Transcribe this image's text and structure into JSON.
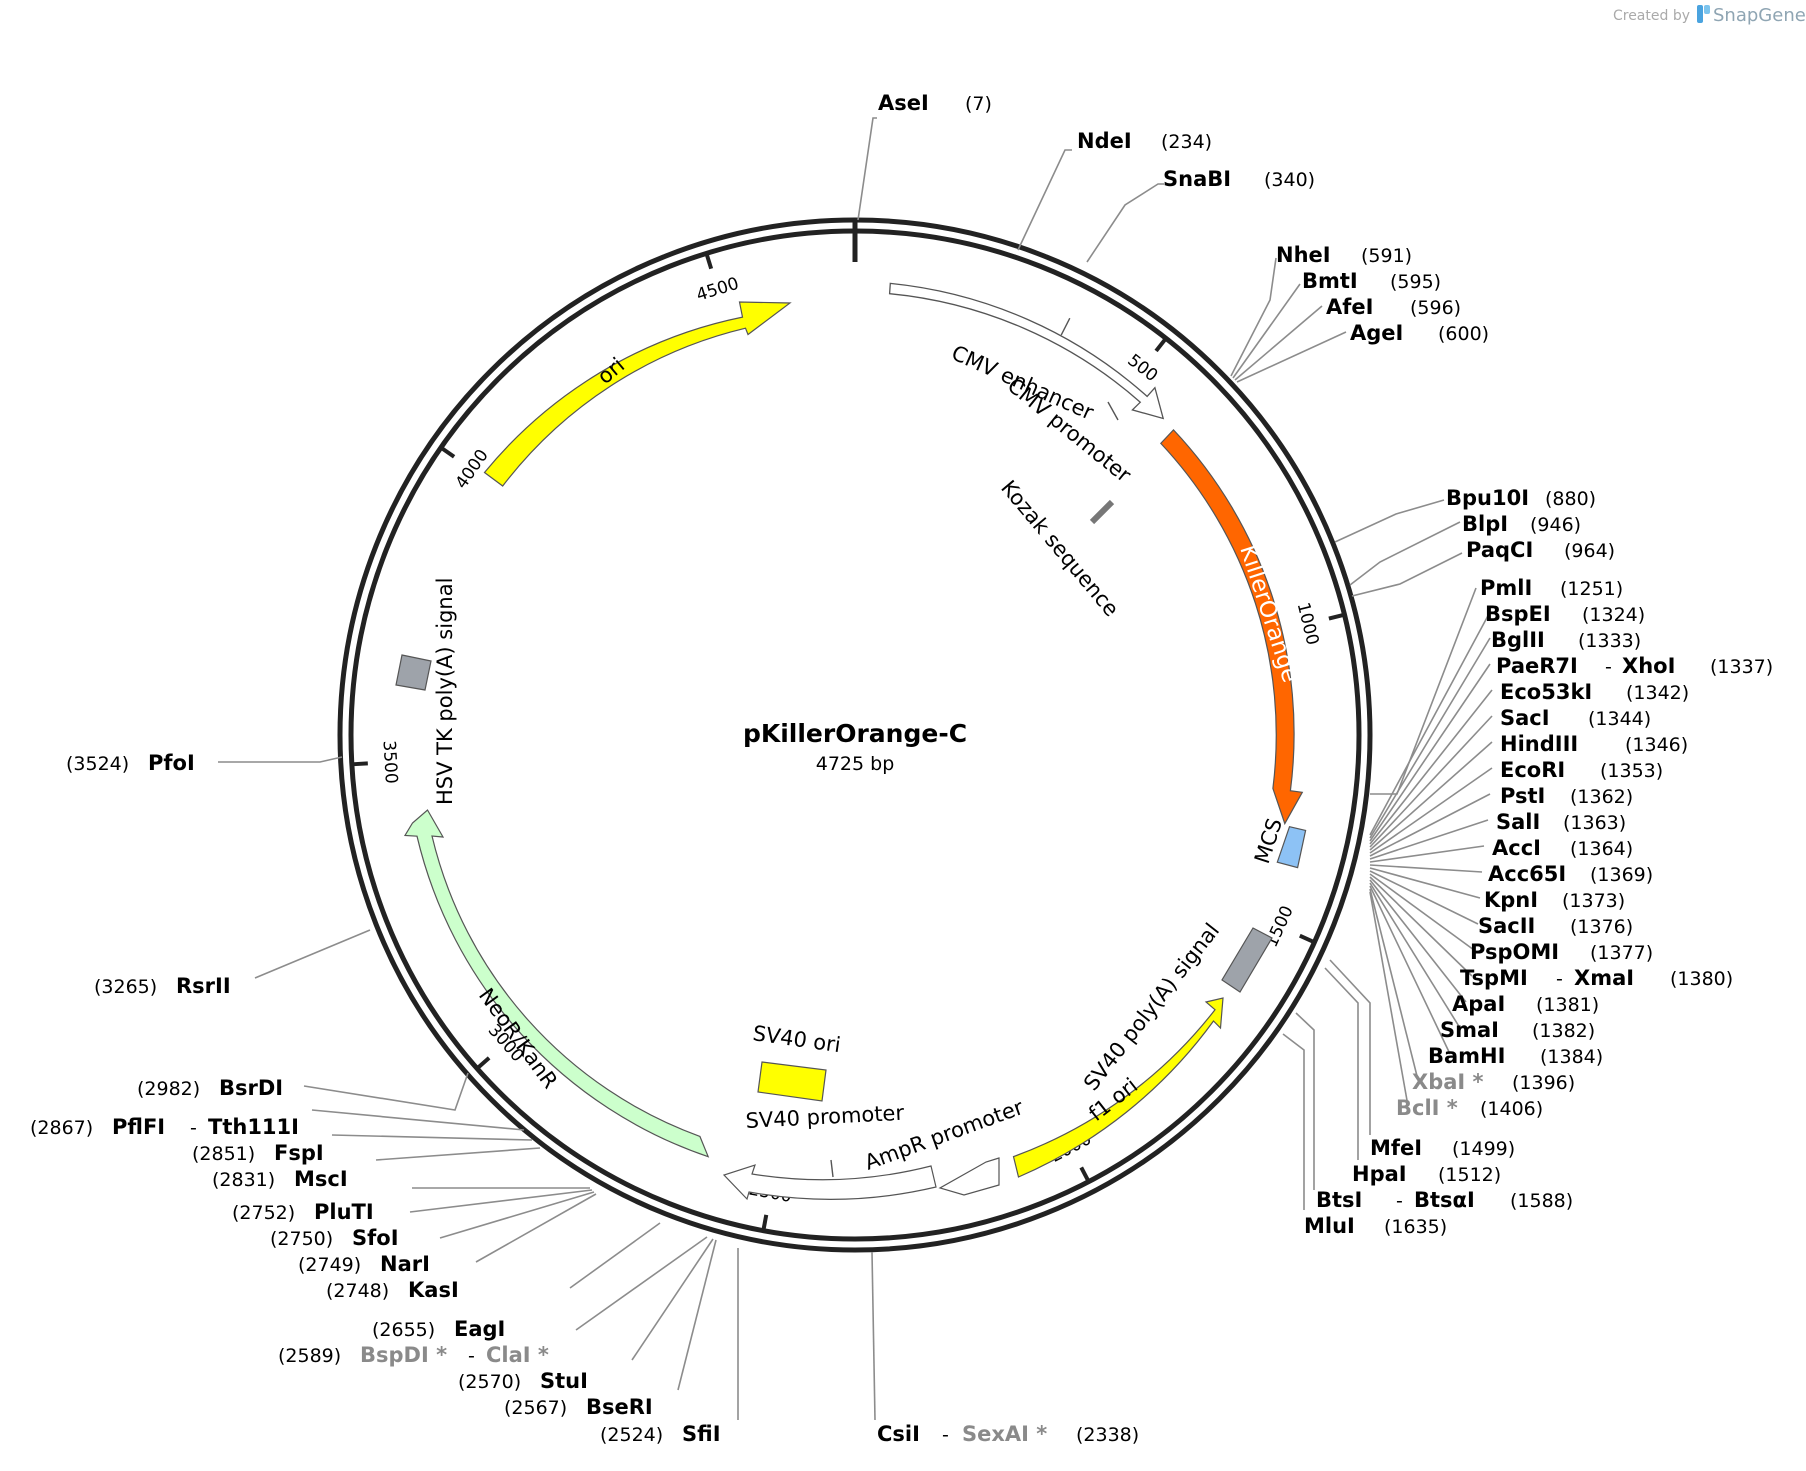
{
  "credit": {
    "prefix": "Created by",
    "brand": "SnapGene"
  },
  "plasmid": {
    "name": "pKillerOrange-C",
    "size_label": "4725 bp",
    "length": 4725
  },
  "ticks": [
    {
      "pos": 500,
      "label": "500"
    },
    {
      "pos": 1000,
      "label": "1000"
    },
    {
      "pos": 1500,
      "label": "1500"
    },
    {
      "pos": 2000,
      "label": "2000"
    },
    {
      "pos": 2500,
      "label": "2500"
    },
    {
      "pos": 3000,
      "label": "3000"
    },
    {
      "pos": 3500,
      "label": "3500"
    },
    {
      "pos": 4000,
      "label": "4000"
    },
    {
      "pos": 4500,
      "label": "4500"
    }
  ],
  "features": [
    {
      "name": "CMV enhancer",
      "color": "#ffffff"
    },
    {
      "name": "CMV promoter",
      "color": "#ffffff"
    },
    {
      "name": "Kozak sequence",
      "color": "#888888"
    },
    {
      "name": "KillerOrange",
      "color": "#ff6600"
    },
    {
      "name": "MCS",
      "color": "#8dc2f5"
    },
    {
      "name": "SV40 poly(A) signal",
      "color": "#9ea3aa"
    },
    {
      "name": "f1 ori",
      "color": "#ffff00"
    },
    {
      "name": "AmpR promoter",
      "color": "#ffffff"
    },
    {
      "name": "SV40 promoter",
      "color": "#ffffff"
    },
    {
      "name": "SV40 ori",
      "color": "#ffff00"
    },
    {
      "name": "NeoR/KanR",
      "color": "#ccffcc"
    },
    {
      "name": "HSV TK poly(A) signal",
      "color": "#9ea3aa"
    },
    {
      "name": "ori",
      "color": "#ffff00"
    }
  ],
  "sites": [
    {
      "name": "AseI",
      "pos": "(7)"
    },
    {
      "name": "NdeI",
      "pos": "(234)"
    },
    {
      "name": "SnaBI",
      "pos": "(340)"
    },
    {
      "name": "NheI",
      "pos": "(591)"
    },
    {
      "name": "BmtI",
      "pos": "(595)"
    },
    {
      "name": "AfeI",
      "pos": "(596)"
    },
    {
      "name": "AgeI",
      "pos": "(600)"
    },
    {
      "name": "Bpu10I",
      "pos": "(880)"
    },
    {
      "name": "BlpI",
      "pos": "(946)"
    },
    {
      "name": "PaqCI",
      "pos": "(964)"
    },
    {
      "name": "PmlI",
      "pos": "(1251)"
    },
    {
      "name": "BspEI",
      "pos": "(1324)"
    },
    {
      "name": "BglII",
      "pos": "(1333)"
    },
    {
      "name": "PaeR7I",
      "name2": "XhoI",
      "pos": "(1337)"
    },
    {
      "name": "Eco53kI",
      "pos": "(1342)"
    },
    {
      "name": "SacI",
      "pos": "(1344)"
    },
    {
      "name": "HindIII",
      "pos": "(1346)"
    },
    {
      "name": "EcoRI",
      "pos": "(1353)"
    },
    {
      "name": "PstI",
      "pos": "(1362)"
    },
    {
      "name": "SalI",
      "pos": "(1363)"
    },
    {
      "name": "AccI",
      "pos": "(1364)"
    },
    {
      "name": "Acc65I",
      "pos": "(1369)"
    },
    {
      "name": "KpnI",
      "pos": "(1373)"
    },
    {
      "name": "SacII",
      "pos": "(1376)"
    },
    {
      "name": "PspOMI",
      "pos": "(1377)"
    },
    {
      "name": "TspMI",
      "name2": "XmaI",
      "pos": "(1380)"
    },
    {
      "name": "ApaI",
      "pos": "(1381)"
    },
    {
      "name": "SmaI",
      "pos": "(1382)"
    },
    {
      "name": "BamHI",
      "pos": "(1384)"
    },
    {
      "name": "XbaI *",
      "pos": "(1396)"
    },
    {
      "name": "BclI *",
      "pos": "(1406)"
    },
    {
      "name": "MfeI",
      "pos": "(1499)"
    },
    {
      "name": "HpaI",
      "pos": "(1512)"
    },
    {
      "name": "BtsI",
      "name2": "BtsαI",
      "pos": "(1588)"
    },
    {
      "name": "MluI",
      "pos": "(1635)"
    },
    {
      "name": "CsiI",
      "name2": "SexAI *",
      "pos": "(2338)"
    },
    {
      "name": "SfiI",
      "pos": "(2524)"
    },
    {
      "name": "BseRI",
      "pos": "(2567)"
    },
    {
      "name": "StuI",
      "pos": "(2570)"
    },
    {
      "name": "BspDI *",
      "name2": "ClaI *",
      "pos": "(2589)"
    },
    {
      "name": "EagI",
      "pos": "(2655)"
    },
    {
      "name": "KasI",
      "pos": "(2748)"
    },
    {
      "name": "NarI",
      "pos": "(2749)"
    },
    {
      "name": "SfoI",
      "pos": "(2750)"
    },
    {
      "name": "PluTI",
      "pos": "(2752)"
    },
    {
      "name": "MscI",
      "pos": "(2831)"
    },
    {
      "name": "FspI",
      "pos": "(2851)"
    },
    {
      "name": "PflFI",
      "name2": "Tth111I",
      "pos": "(2867)"
    },
    {
      "name": "BsrDI",
      "pos": "(2982)"
    },
    {
      "name": "RsrII",
      "pos": "(3265)"
    },
    {
      "name": "PfoI",
      "pos": "(3524)"
    }
  ]
}
